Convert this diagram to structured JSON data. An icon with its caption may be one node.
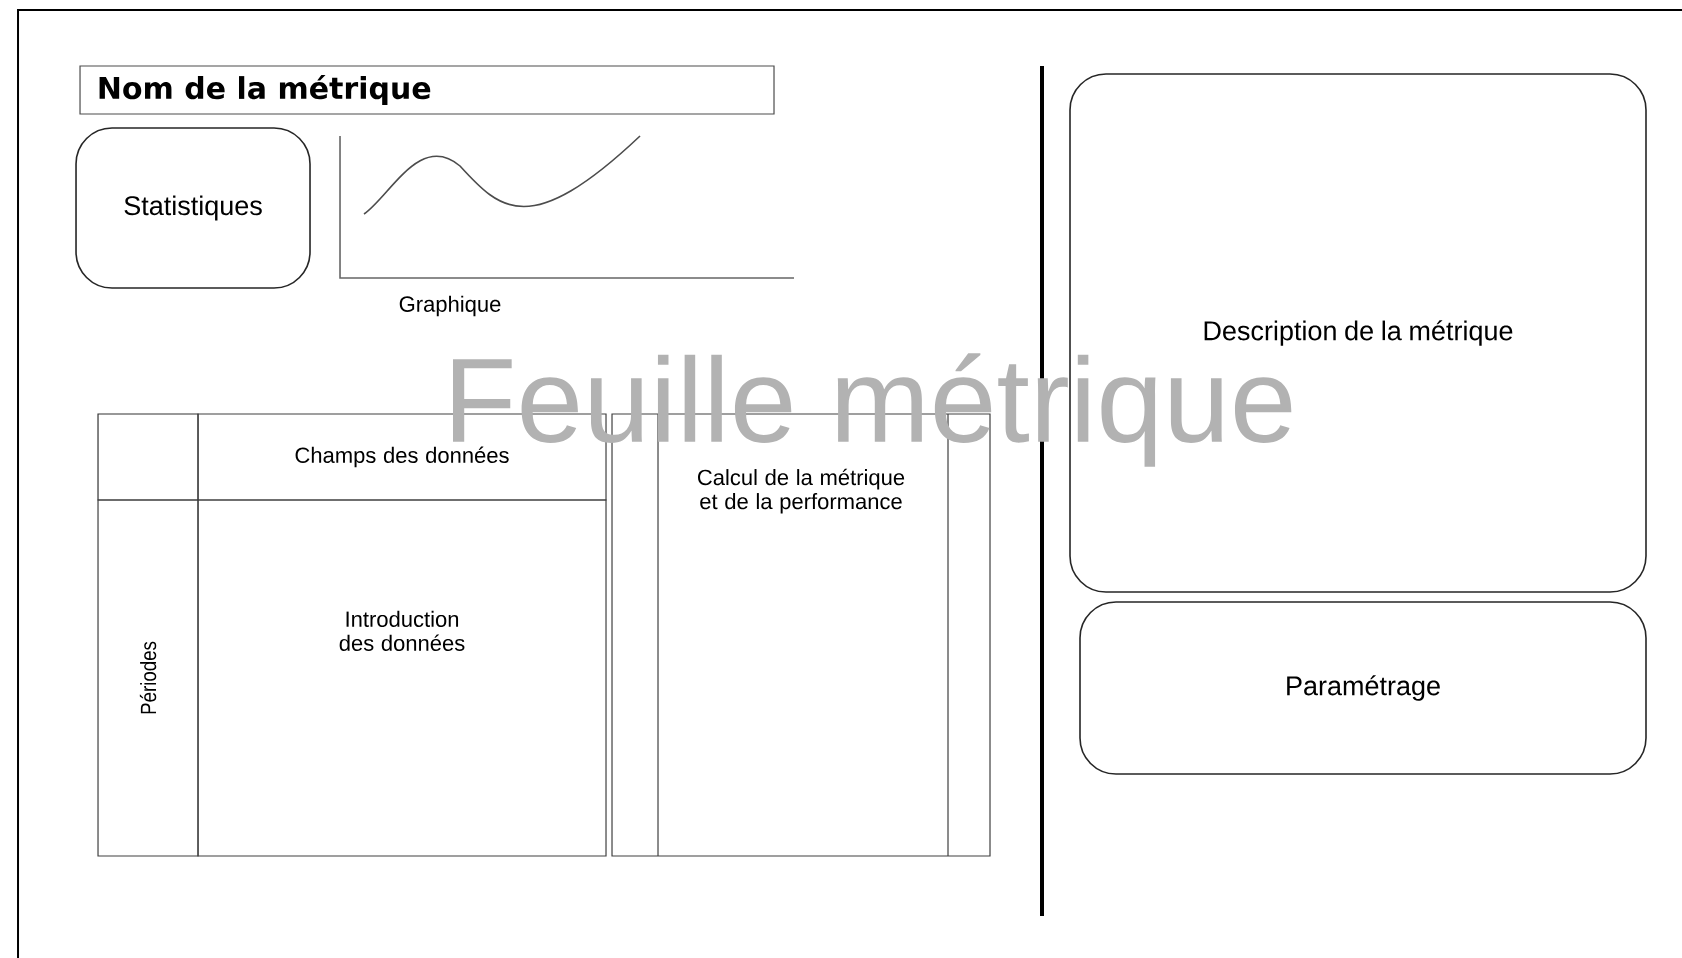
{
  "diagram": {
    "title": "Feuille métrique",
    "nodes": [
      {
        "text": [
          "Nom de la métrique"
        ]
      },
      {
        "text": [
          "Statistiques"
        ]
      },
      {
        "text": [],
        "shape": "picture",
        "beside": [
          "Graphique"
        ]
      },
      {
        "text": [
          "Champs des données"
        ]
      },
      {
        "text": [
          "Périodes"
        ]
      },
      {
        "text": [
          "Introduction des données"
        ]
      },
      {
        "text": [
          "Calcul de la métrique et de la performance"
        ]
      },
      {
        "text": [
          "Description de la métrique"
        ]
      },
      {
        "text": [
          "Paramétrage"
        ]
      }
    ],
    "edges": []
  }
}
